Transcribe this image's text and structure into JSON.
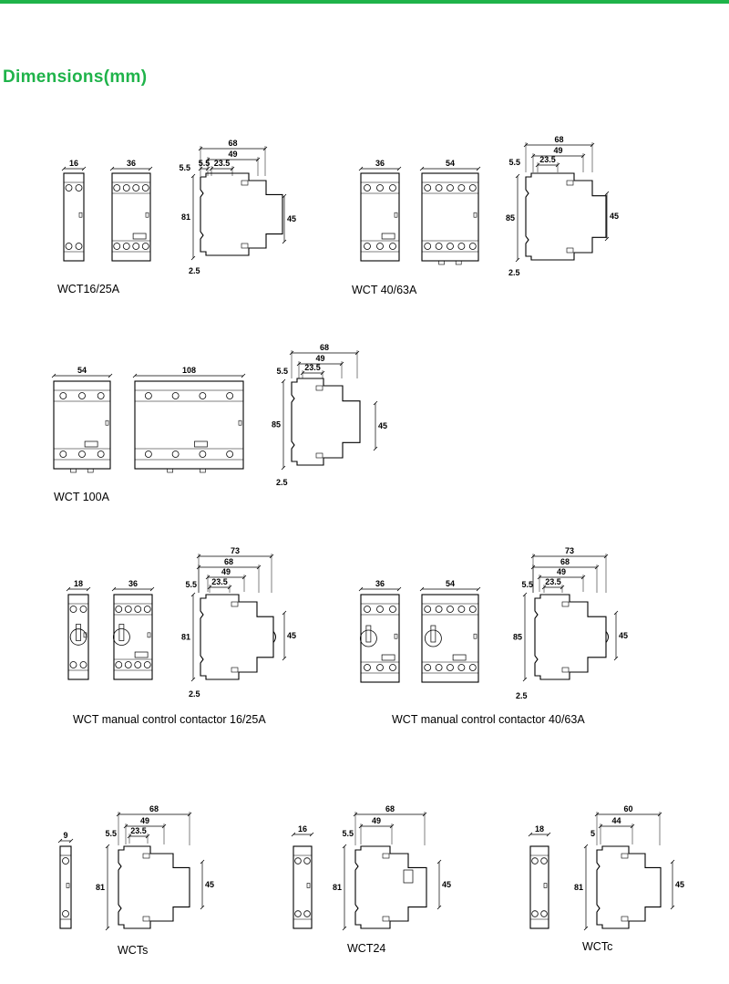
{
  "colors": {
    "accent": "#1fb34a"
  },
  "heading": "Dimensions(mm)",
  "captions": [
    "WCT16/25A",
    "WCT 40/63A",
    "WCT 100A",
    "WCT manual control contactor 16/25A",
    "WCT manual control contactor 40/63A",
    "WCTs",
    "WCT24",
    "WCTc"
  ],
  "dims": {
    "w16": "16",
    "w18": "18",
    "w9": "9",
    "w36": "36",
    "w54": "54",
    "w108": "108",
    "d73": "73",
    "d68": "68",
    "d60": "60",
    "d49": "49",
    "d44": "44",
    "d23_5": "23.5",
    "d5_5": "5.5",
    "d5": "5",
    "d2_5": "2.5",
    "h81": "81",
    "h85": "85",
    "h45": "45"
  }
}
